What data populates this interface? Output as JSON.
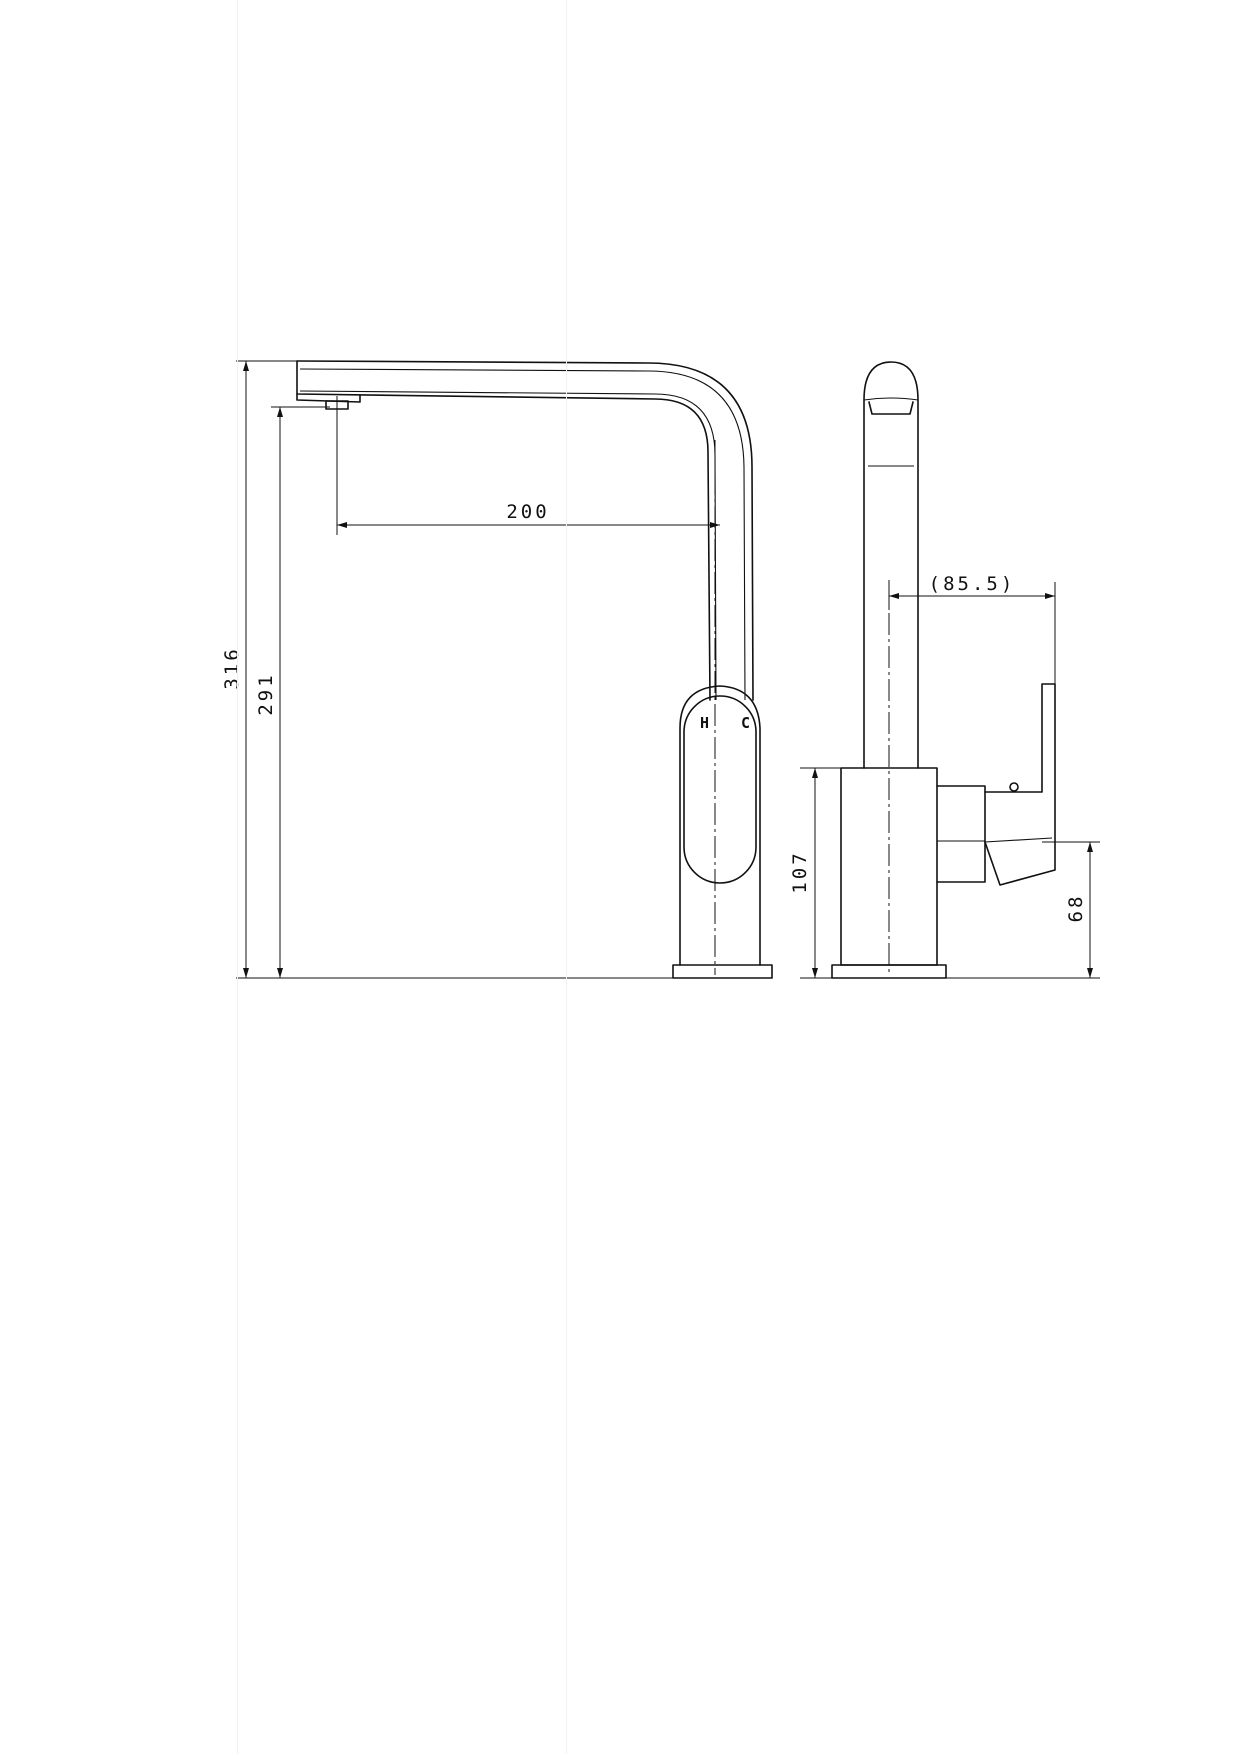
{
  "drawing": {
    "front_view": {
      "handle_labels": {
        "hot": "H",
        "cold": "C"
      },
      "dimensions": {
        "spout_reach": "200",
        "overall_height": "316",
        "spout_outlet_height": "291"
      }
    },
    "side_view": {
      "dimensions": {
        "handle_offset": "(85.5)",
        "body_height": "107",
        "handle_pivot_height": "68"
      }
    }
  },
  "colors": {
    "line": "#111111",
    "background": "#ffffff"
  }
}
